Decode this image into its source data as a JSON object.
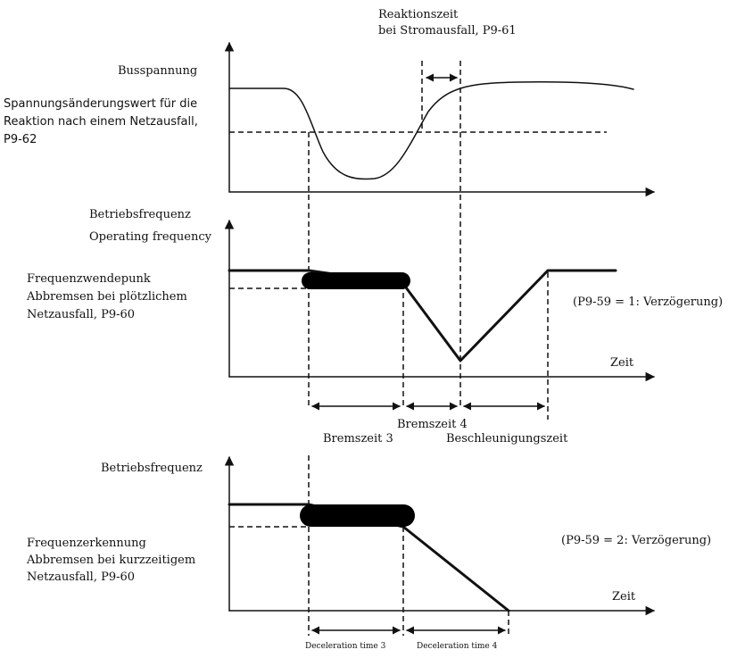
{
  "labels": {
    "reaction_time_title": "Reaktionszeit",
    "reaction_time_param": "bei Stromausfall, P9-61",
    "bus_voltage": "Busspannung",
    "voltage_change_line1": "Spannungsänderungswert für die",
    "voltage_change_line2": "Reaktion nach einem Netzausfall,",
    "voltage_change_line3": "P9-62",
    "betriebsfrequenz_1": "Betriebsfrequenz",
    "operating_frequency": "Operating frequency",
    "freq_turning_line1": "Frequenzwendepunk",
    "freq_turning_line2": "Abbremsen bei plötzlichem",
    "freq_turning_line3": "Netzausfall, P9-60",
    "mode1_note": "(P9-59 = 1: Verzögerung)",
    "zeit_1": "Zeit",
    "bremszeit_4": "Bremszeit 4",
    "bremszeit_3": "Bremszeit 3",
    "beschleunigungszeit": "Beschleunigungszeit",
    "betriebsfrequenz_2": "Betriebsfrequenz",
    "freq_detect_line1": "Frequenzerkennung",
    "freq_detect_line2": "Abbremsen bei kurzzeitigem",
    "freq_detect_line3": "Netzausfall, P9-60",
    "mode2_note": "(P9-59 = 2: Verzögerung)",
    "zeit_2": "Zeit",
    "decel_time_3": "Deceleration time 3",
    "decel_time_4": "Deceleration time 4"
  },
  "colors": {
    "ink": "#111111",
    "background": "#ffffff"
  }
}
